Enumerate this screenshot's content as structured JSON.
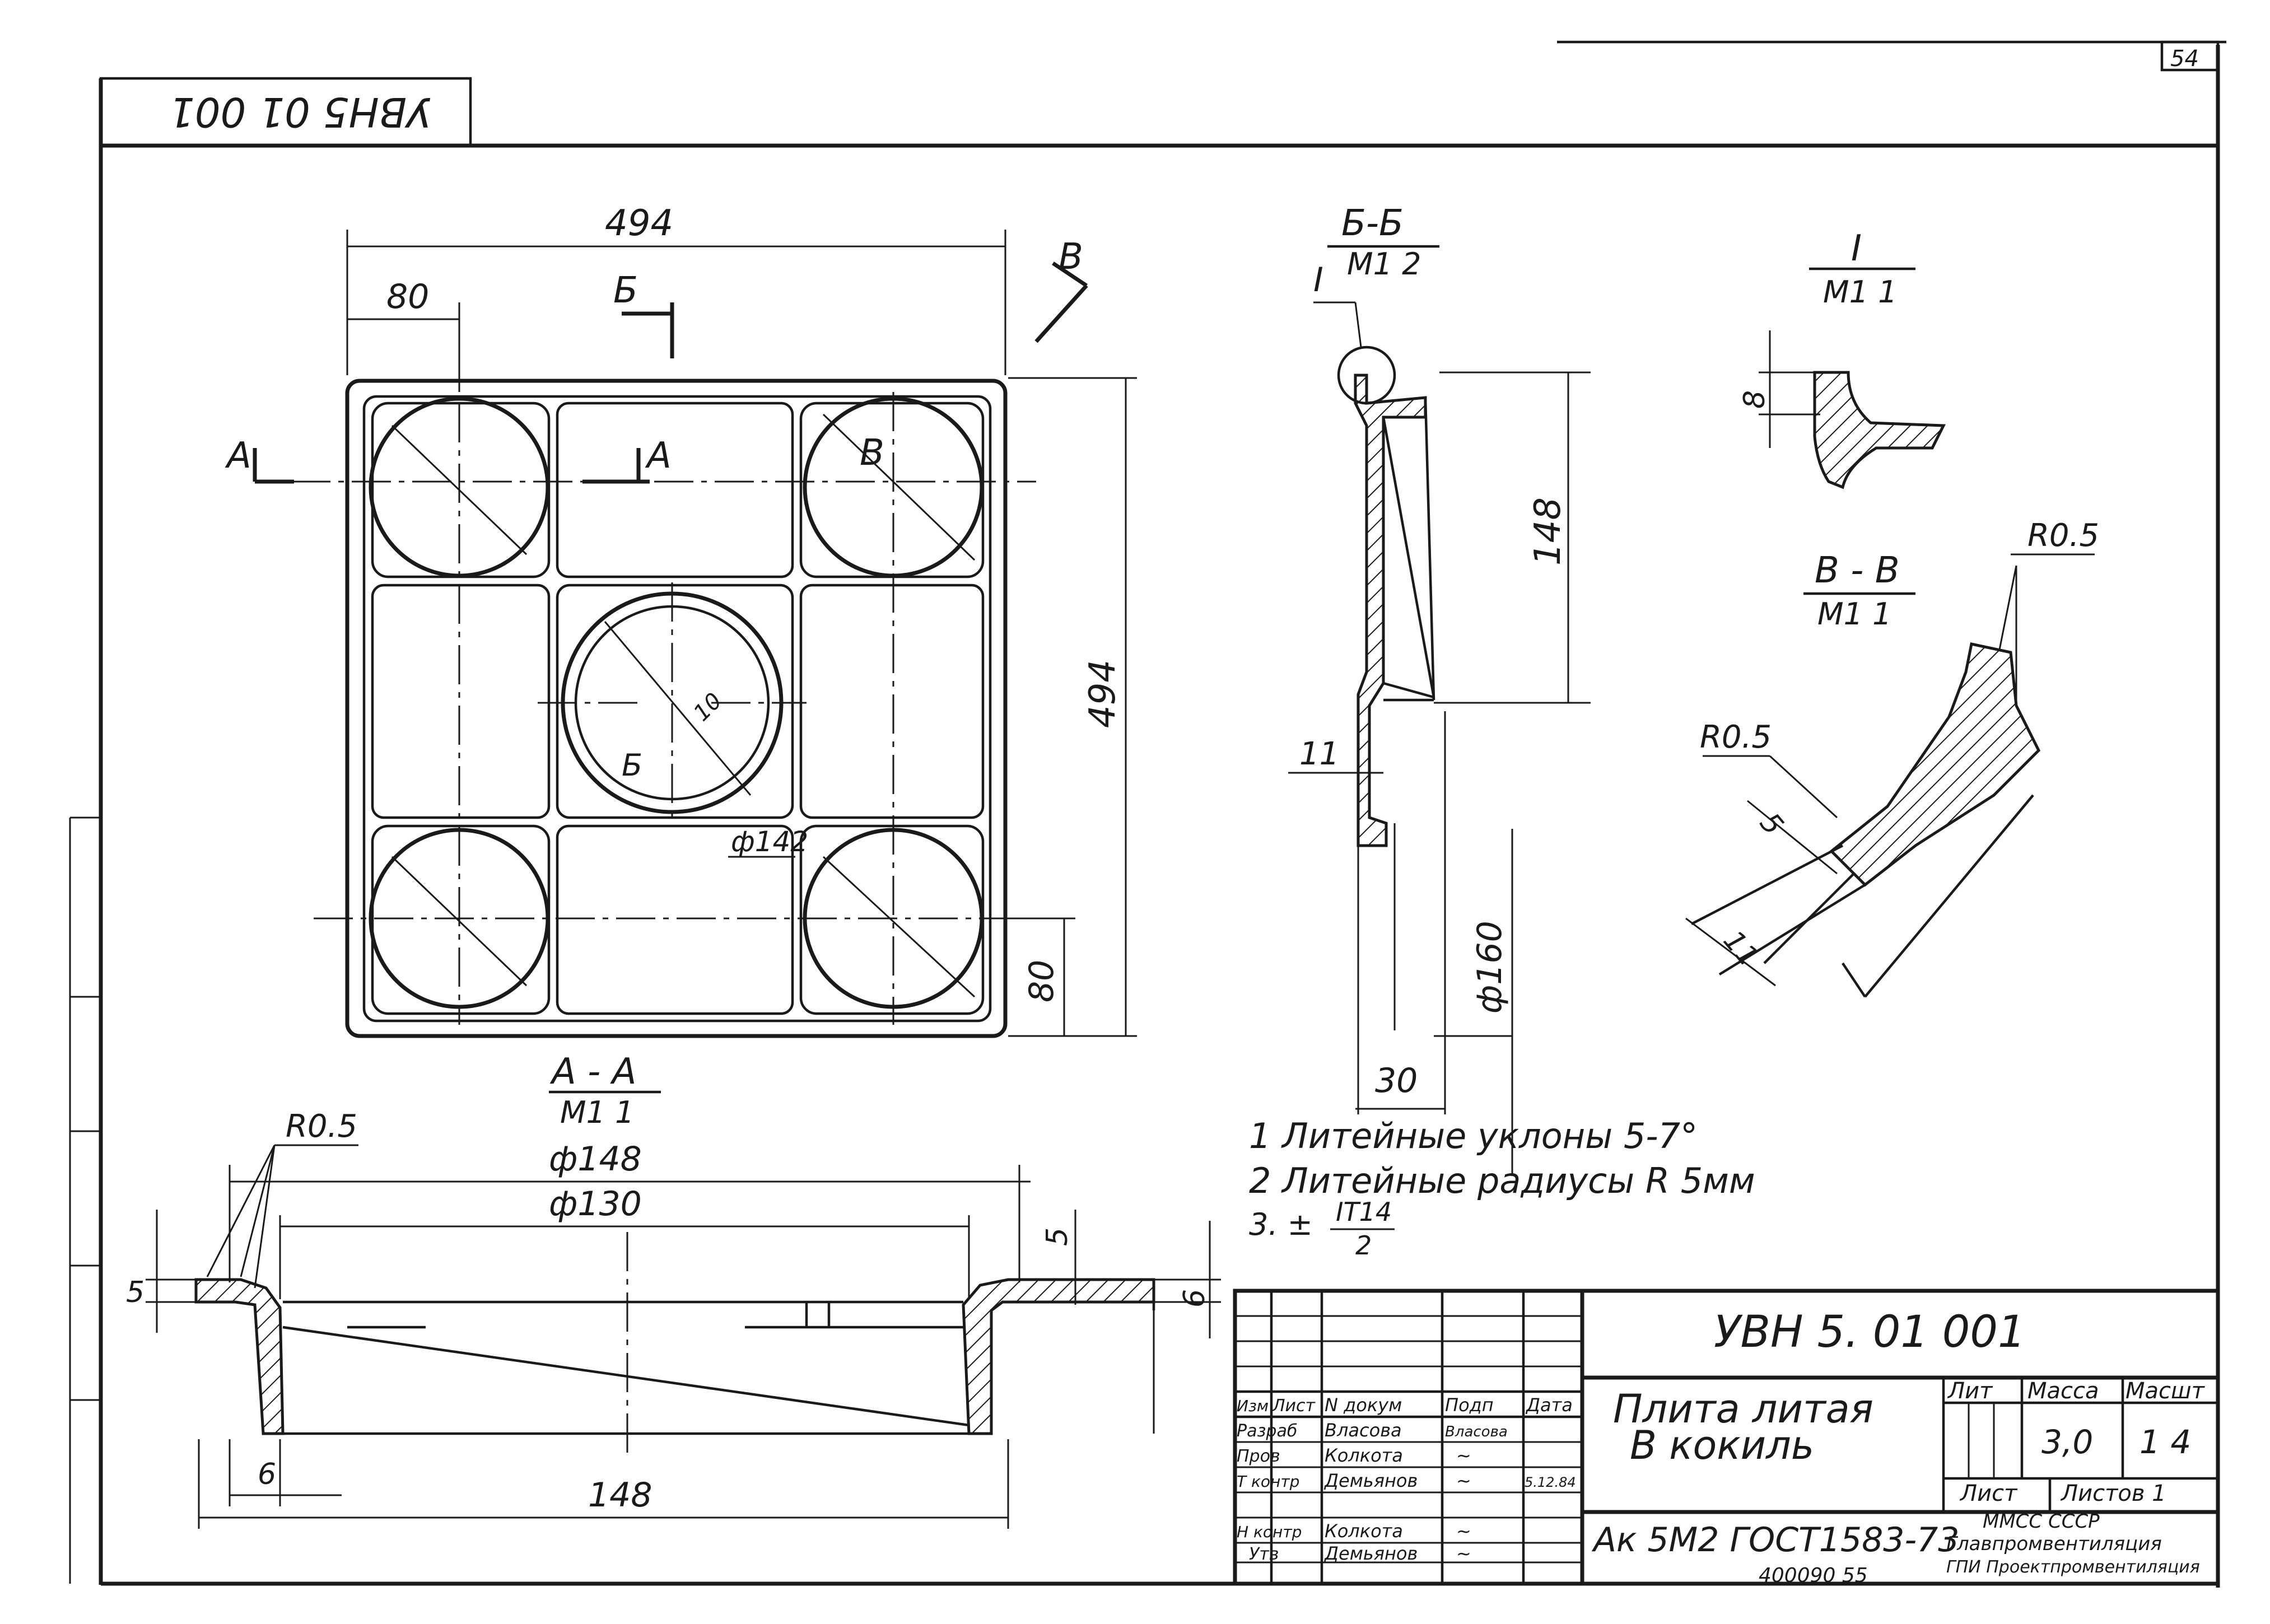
{
  "sheet": {
    "number": "54",
    "stamp_code": "УВН5 01 001"
  },
  "plan": {
    "width": "494",
    "height": "494",
    "corner_offset": "80",
    "side_offset": "80",
    "diameter": "ф142",
    "radius_small": "10",
    "cut_a_left": "А",
    "cut_a_right": "А",
    "cut_b_top": "Б",
    "cut_b_bottom": "Б",
    "cut_v": "В",
    "cut_v_inner": "В"
  },
  "section_bb": {
    "title": "Б-Б",
    "scale": "М1 2",
    "callout": "I",
    "height": "148",
    "flange": "11",
    "diameter": "ф160",
    "width": "30"
  },
  "detail_i": {
    "title": "I",
    "scale": "М1 1",
    "dim": "8"
  },
  "section_vv": {
    "title": "В - В",
    "scale": "М1 1",
    "radius_top": "R0.5",
    "radius_left": "R0.5",
    "dim_5": "5",
    "dim_11": "11"
  },
  "section_aa": {
    "title": "А - А",
    "scale": "М1 1",
    "radius": "R0.5",
    "outer_dia": "ф148",
    "inner_dia": "ф130",
    "dim_left": "5",
    "dim_right_top": "5",
    "dim_right": "6",
    "dim_bottom": "6",
    "width": "148"
  },
  "notes": [
    "1 Литейные уклоны 5-7°",
    "2 Литейные радиусы R 5мм"
  ],
  "note3": {
    "prefix": "3. ±",
    "numerator": "IT14",
    "denominator": "2"
  },
  "title_block": {
    "designation": "УВН 5. 01 001",
    "part_name_1": "Плита литая",
    "part_name_2": "В кокиль",
    "material": "Ак 5М2 ГОСТ1583-73",
    "archive_no": "400090 55",
    "col_lit": "Лит",
    "col_mass": "Масса",
    "col_scale": "Масшт",
    "mass": "3,0",
    "scale": "1 4",
    "sheet_label": "Лист",
    "sheets_label": "Листов 1",
    "org_1": "ММСС СССР",
    "org_2": "Главпромвентиляция",
    "org_3": "ГПИ Проектпромвентиляция",
    "header_cells": [
      "Изм",
      "Лист",
      "N докум",
      "Подп",
      "Дата"
    ],
    "roles": [
      {
        "role": "Разраб",
        "name": "Власова",
        "sign": "Власова",
        "date": ""
      },
      {
        "role": "Пров",
        "name": "Колкотa",
        "sign": "~",
        "date": ""
      },
      {
        "role": "Т контр",
        "name": "Демьянов",
        "sign": "~",
        "date": "5.12.84"
      },
      {
        "role": "Н контр",
        "name": "Колкотa",
        "sign": "~",
        "date": ""
      },
      {
        "role": "Утв",
        "name": "Демьянов",
        "sign": "~",
        "date": ""
      }
    ]
  }
}
